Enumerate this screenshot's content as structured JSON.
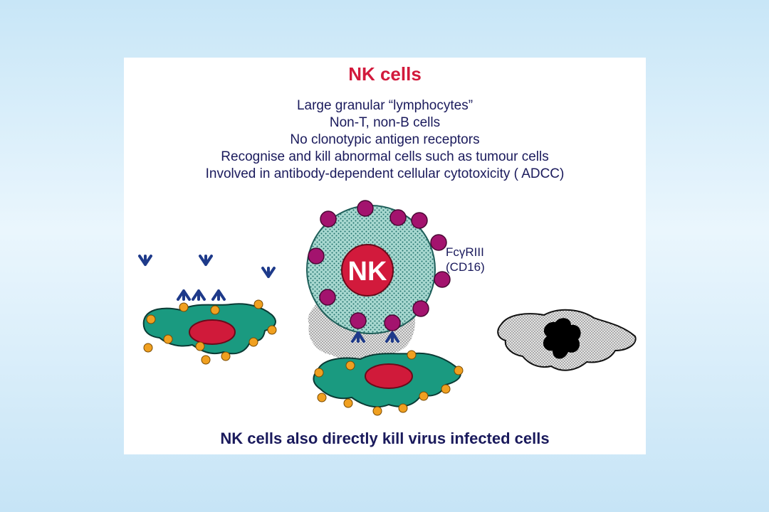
{
  "title": "NK cells",
  "bullets": [
    "Large granular “lymphocytes”",
    "Non-T, non-B cells",
    "No clonotypic antigen receptors",
    "Recognise and kill abnormal cells such as tumour cells",
    "Involved in antibody-dependent cellular cytotoxicity ( ADCC)"
  ],
  "diagram": {
    "nk_label": "NK",
    "receptor_label_line1": "FcγRIII",
    "receptor_label_line2": "(CD16)"
  },
  "footer": "NK cells also directly kill virus infected cells",
  "colors": {
    "background": "#c8e6f7",
    "title": "#d21a3c",
    "text": "#1a1a5c",
    "nk_cell": "#a8d8d0",
    "receptor": "#a3136e",
    "target_cell": "#1a9a80",
    "nucleus": "#d01a3a",
    "antigen": "#f0a020",
    "antibody": "#1e3a8a"
  }
}
